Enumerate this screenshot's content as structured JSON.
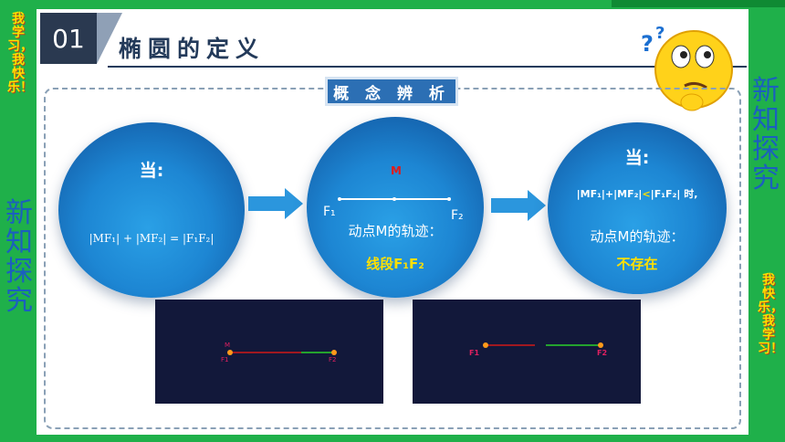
{
  "slide_number": "01",
  "title": "椭圆的定义",
  "section_tag": "概 念 辨 析",
  "side_left_yellow": "我学习，我快乐！",
  "side_left_blue": "新知探究",
  "side_right_blue": "新知探究",
  "side_right_yellow": "我快乐，我学习！",
  "circle1": {
    "heading": "当:",
    "formula": "|MF₁| + |MF₂| = |F₁F₂|"
  },
  "circle2": {
    "point_m": "M",
    "point_f1": "F₁",
    "point_f2": "F₂",
    "line1": "动点M的轨迹：",
    "result": "线段F₁F₂"
  },
  "circle3": {
    "heading": "当:",
    "condition_a": "|MF₁|+|MF₂|",
    "condition_op": "<",
    "condition_b": "|F₁F₂| 时,",
    "line1": "动点M的轨迹：",
    "result": "不存在"
  },
  "image1": {
    "label_m": "M",
    "label_f1": "F1",
    "label_f2": "F2"
  },
  "image2": {
    "label_f1": "F1",
    "label_f2": "F2"
  },
  "colors": {
    "background": "#1fb04a",
    "accent_blue": "#1d86d3",
    "result_yellow": "#ffe000",
    "point_red": "#e01b1b"
  }
}
